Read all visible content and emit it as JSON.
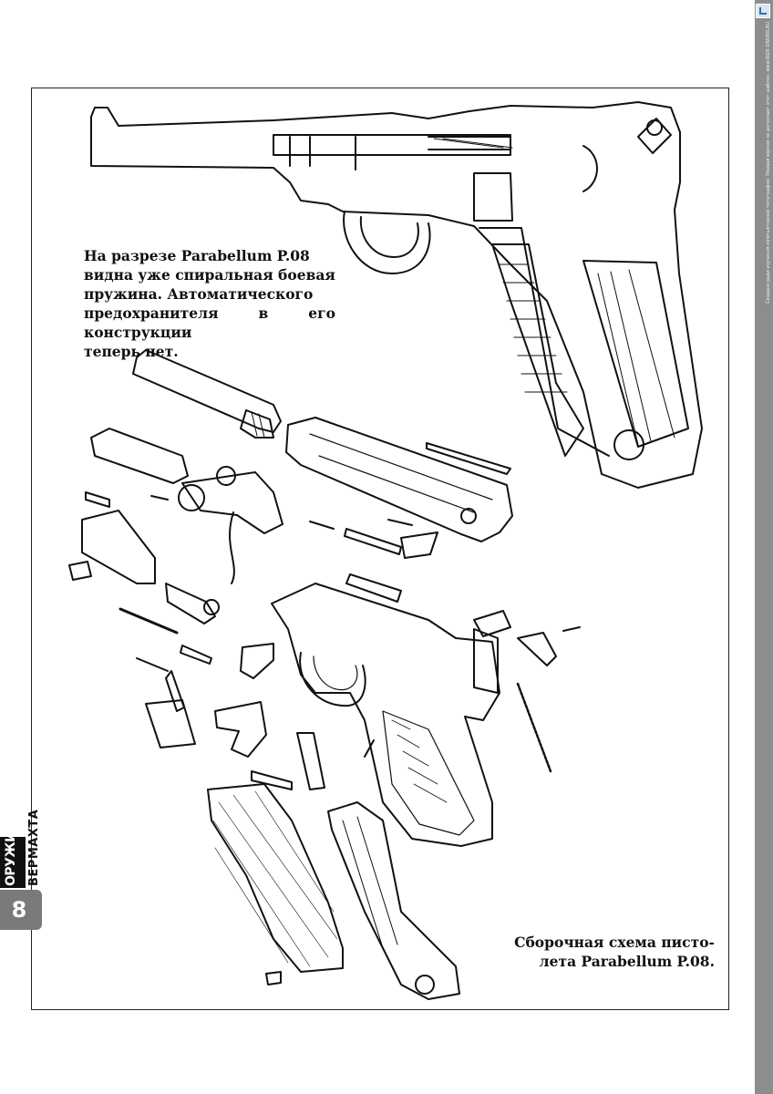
{
  "captions": {
    "top_lines": [
      "На разрезе Parabellum P.08",
      "видна уже спиральная боевая",
      "пружина. Автоматического",
      "предохранителя в его конструкции",
      "теперь нет."
    ],
    "bottom_lines": [
      "Сборочная схема писто-",
      "лета Parabellum P.08."
    ]
  },
  "sidebar": {
    "logo": "ОРУЖИЕ",
    "subtitle": "ВЕРМАХТА",
    "page_number": "8"
  },
  "watermark": {
    "text": "Создано ради изучения компьютерной типографии. Первая версия не допускает этот шаблон. www.RIDE-DRIVER.RU"
  },
  "colors": {
    "ink": "#111111",
    "tab": "#7a7a7a",
    "watermark_bar": "#8d8d8d"
  }
}
